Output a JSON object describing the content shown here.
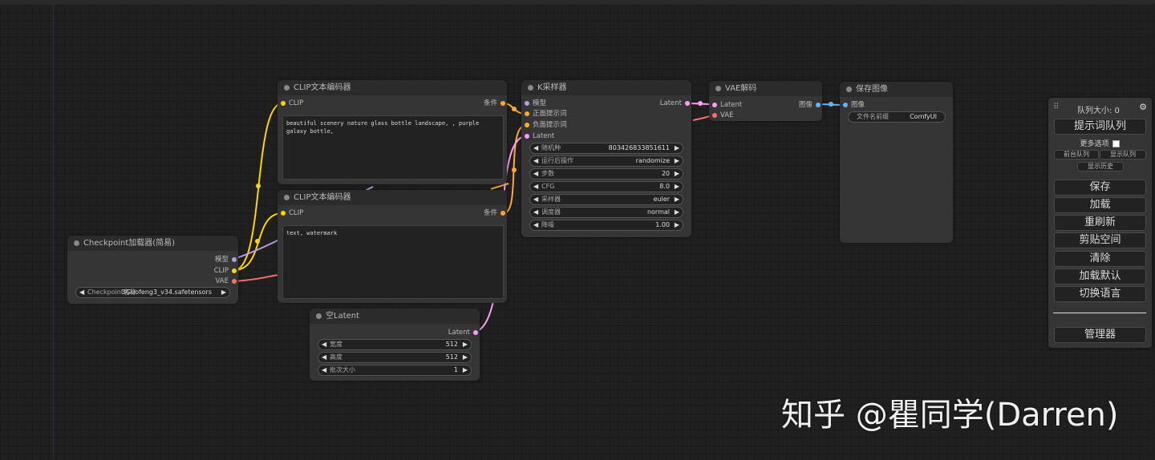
{
  "colors": {
    "clip": "#ffd500",
    "model": "#b39ddb",
    "vae": "#ff6e6e",
    "conditioning": "#ffa931",
    "latent": "#ff9cf9",
    "image": "#64b5f6"
  },
  "nodes": {
    "clip_pos": {
      "title": "CLIP文本编码器",
      "in_clip": "CLIP",
      "out_cond": "条件",
      "text": "beautiful scenery nature glass bottle landscape, , purple galaxy bottle,"
    },
    "clip_neg": {
      "title": "CLIP文本编码器",
      "in_clip": "CLIP",
      "out_cond": "条件",
      "text": "text, watermark"
    },
    "checkpoint": {
      "title": "Checkpoint加载器(简易)",
      "out_model": "模型",
      "out_clip": "CLIP",
      "out_vae": "VAE",
      "widget_label": "Checkpoint名称",
      "widget_value": "3Guofeng3_v34.safetensors"
    },
    "ksampler": {
      "title": "K采样器",
      "in_model": "模型",
      "in_pos": "正面提示词",
      "in_neg": "负面提示词",
      "in_latent": "Latent",
      "out_latent": "Latent",
      "widgets": [
        {
          "label": "随机种",
          "value": "803426833851611"
        },
        {
          "label": "运行后操作",
          "value": "randomize"
        },
        {
          "label": "步数",
          "value": "20"
        },
        {
          "label": "CFG",
          "value": "8.0"
        },
        {
          "label": "采样器",
          "value": "euler"
        },
        {
          "label": "调度器",
          "value": "normal"
        },
        {
          "label": "降噪",
          "value": "1.00"
        }
      ]
    },
    "vae_decode": {
      "title": "VAE解码",
      "in_latent": "Latent",
      "in_vae": "VAE",
      "out_image": "图像"
    },
    "save_image": {
      "title": "保存图像",
      "in_image": "图像",
      "widget_label": "文件名前缀",
      "widget_value": "ComfyUI"
    },
    "empty_latent": {
      "title": "空Latent",
      "out_latent": "Latent",
      "widgets": [
        {
          "label": "宽度",
          "value": "512"
        },
        {
          "label": "高度",
          "value": "512"
        },
        {
          "label": "批次大小",
          "value": "1"
        }
      ]
    }
  },
  "panel": {
    "queue_size": "队列大小: 0",
    "queue_prompt": "提示词队列",
    "more_options": "更多选项",
    "queue_front": "前台队列",
    "view_queue": "显示队列",
    "view_history": "显示历史",
    "save": "保存",
    "load": "加载",
    "refresh": "重刷新",
    "clipspace": "剪贴空间",
    "clear": "清除",
    "load_default": "加载默认",
    "switch_lang": "切换语言",
    "manager": "管理器"
  },
  "watermark": "知乎 @瞿同学(Darren)"
}
